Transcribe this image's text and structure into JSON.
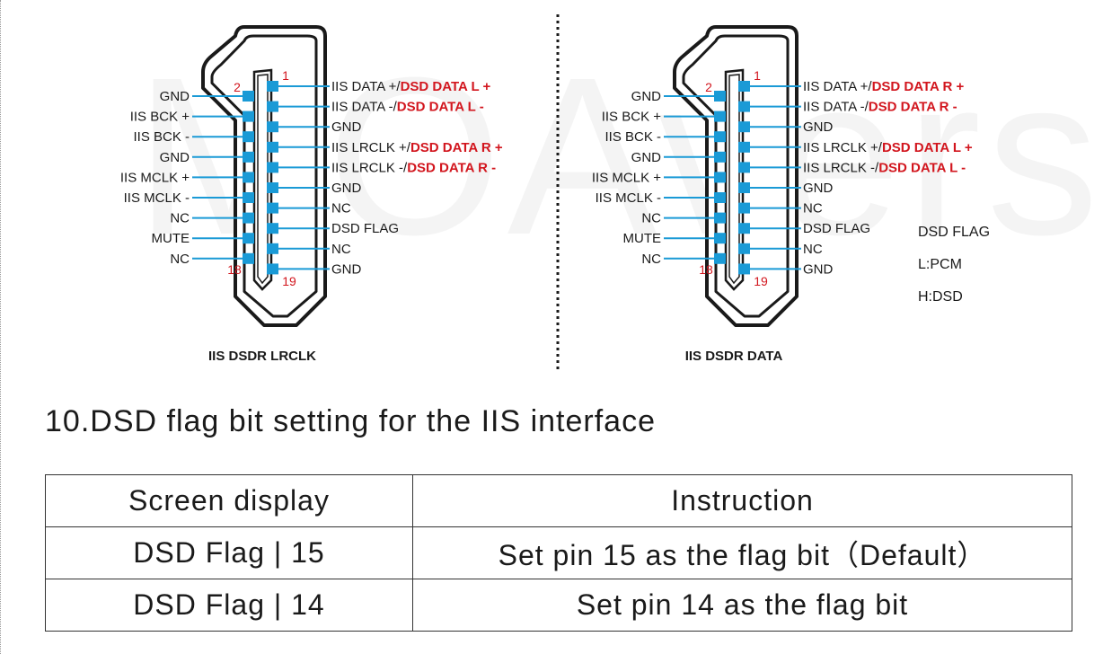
{
  "watermark": "MOAvers",
  "connectors": [
    {
      "caption": "IIS DSDR LRCLK",
      "pins": {
        "top_left": "2",
        "top_right": "1",
        "bottom_left": "18",
        "bottom_right": "19"
      },
      "left_labels": [
        "GND",
        "IIS BCK +",
        "IIS BCK -",
        "GND",
        "IIS MCLK +",
        "IIS MCLK -",
        "NC",
        "MUTE",
        "NC"
      ],
      "right_labels": [
        {
          "text": "IIS DATA +/",
          "red": "DSD DATA L +"
        },
        {
          "text": "IIS DATA -/",
          "red": "DSD DATA L -"
        },
        {
          "text": "GND",
          "red": ""
        },
        {
          "text": "IIS LRCLK +/",
          "red": "DSD DATA R +"
        },
        {
          "text": "IIS LRCLK -/",
          "red": "DSD DATA R -"
        },
        {
          "text": "GND",
          "red": ""
        },
        {
          "text": "NC",
          "red": ""
        },
        {
          "text": "DSD FLAG",
          "red": ""
        },
        {
          "text": "NC",
          "red": ""
        },
        {
          "text": "GND",
          "red": ""
        }
      ]
    },
    {
      "caption": "IIS DSDR DATA",
      "pins": {
        "top_left": "2",
        "top_right": "1",
        "bottom_left": "18",
        "bottom_right": "19"
      },
      "left_labels": [
        "GND",
        "IIS BCK +",
        "IIS BCK -",
        "GND",
        "IIS MCLK +",
        "IIS MCLK -",
        "NC",
        "MUTE",
        "NC"
      ],
      "right_labels": [
        {
          "text": "IIS DATA +/",
          "red": "DSD DATA R +"
        },
        {
          "text": "IIS DATA -/",
          "red": "DSD DATA R -"
        },
        {
          "text": "GND",
          "red": ""
        },
        {
          "text": "IIS LRCLK +/",
          "red": "DSD DATA L +"
        },
        {
          "text": "IIS LRCLK -/",
          "red": "DSD DATA L -"
        },
        {
          "text": "GND",
          "red": ""
        },
        {
          "text": "NC",
          "red": ""
        },
        {
          "text": "DSD FLAG",
          "red": ""
        },
        {
          "text": "NC",
          "red": ""
        },
        {
          "text": "GND",
          "red": ""
        }
      ]
    }
  ],
  "flag_note": [
    "DSD FLAG",
    "L:PCM",
    "H:DSD"
  ],
  "colors": {
    "pin": "#1a9ad6",
    "accent_red": "#d2161e",
    "outline": "#1a1a1a"
  },
  "section": {
    "title": "10.DSD flag bit setting for the IIS interface"
  },
  "table": {
    "headers": [
      "Screen display",
      "Instruction"
    ],
    "rows": [
      [
        "DSD Flag  |  15",
        "Set pin 15 as the flag bit（Default）"
      ],
      [
        "DSD Flag  |  14",
        "Set pin 14 as the flag bit"
      ]
    ]
  }
}
